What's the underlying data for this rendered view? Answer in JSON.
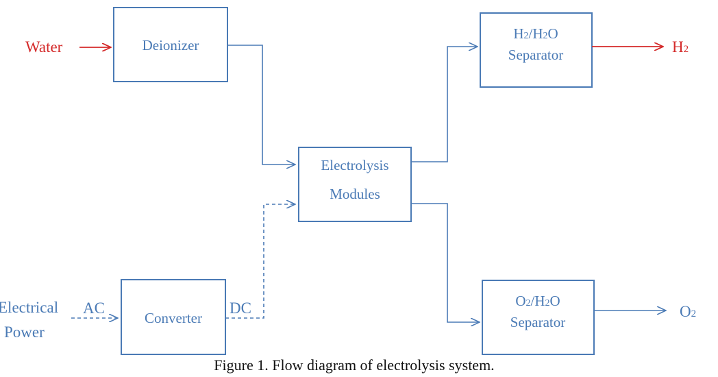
{
  "diagram": {
    "inputs": {
      "water": "Water",
      "power_line1": "Electrical",
      "power_line2": "Power"
    },
    "labels": {
      "ac": "AC",
      "dc": "DC"
    },
    "boxes": {
      "deionizer": "Deionizer",
      "converter": "Converter",
      "electrolysis_line1": "Electrolysis",
      "electrolysis_line2": "Modules",
      "h2_sep_line1_a": "H",
      "h2_sep_line1_b": "2",
      "h2_sep_line1_c": "/H",
      "h2_sep_line1_d": "2",
      "h2_sep_line1_e": "O",
      "h2_sep_line2": "Separator",
      "o2_sep_line1_a": "O",
      "o2_sep_line1_b": "2",
      "o2_sep_line1_c": "/H",
      "o2_sep_line1_d": "2",
      "o2_sep_line1_e": "O",
      "o2_sep_line2": "Separator"
    },
    "outputs": {
      "h2_a": "H",
      "h2_b": "2",
      "o2_a": "O",
      "o2_b": "2"
    },
    "caption": "Figure 1. Flow diagram of electrolysis system."
  },
  "colors": {
    "line": "#4a7ab5",
    "water_hydrogen": "#d42a2a"
  }
}
